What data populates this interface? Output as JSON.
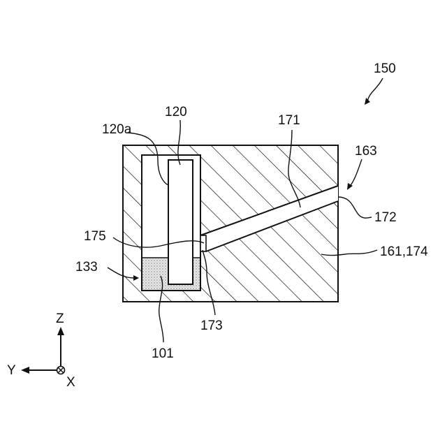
{
  "labels": {
    "assembly": "150",
    "element_120": "120",
    "element_120a": "120a",
    "element_171": "171",
    "element_163": "163",
    "element_172": "172",
    "element_175": "175",
    "element_133": "133",
    "element_161_174": "161,174",
    "element_173": "173",
    "element_101": "101"
  },
  "axes": {
    "z": "Z",
    "y": "Y",
    "x": "X"
  },
  "colors": {
    "line": "#111111",
    "background": "#ffffff",
    "liquid_fill": "#cfcfcf"
  }
}
